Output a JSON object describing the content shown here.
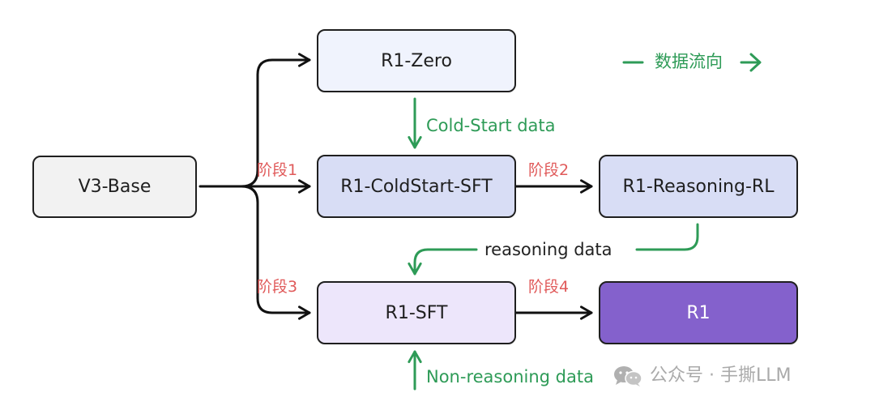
{
  "nodes": {
    "v3_base": "V3-Base",
    "r1_zero": "R1-Zero",
    "r1_coldstart_sft": "R1-ColdStart-SFT",
    "r1_reasoning_rl": "R1-Reasoning-RL",
    "r1_sft": "R1-SFT",
    "r1": "R1"
  },
  "stages": {
    "stage1": "阶段1",
    "stage2": "阶段2",
    "stage3": "阶段3",
    "stage4": "阶段4"
  },
  "data_labels": {
    "cold_start": "Cold-Start data",
    "reasoning": "reasoning data",
    "non_reasoning": "Non-reasoning data"
  },
  "legend": {
    "text": "数据流向"
  },
  "watermark": {
    "text": "公众号 · 手撕LLM"
  },
  "colors": {
    "r1_zero_fill": "#f0f3fd",
    "coldstart_fill": "#d8ddf5",
    "reasoning_rl_fill": "#d8ddf5",
    "sft_fill": "#ede6fb",
    "r1_fill": "#8461cc",
    "v3_fill": "#f2f2f2",
    "data_flow": "#2e9b57",
    "stage_text": "#e05a5a"
  }
}
